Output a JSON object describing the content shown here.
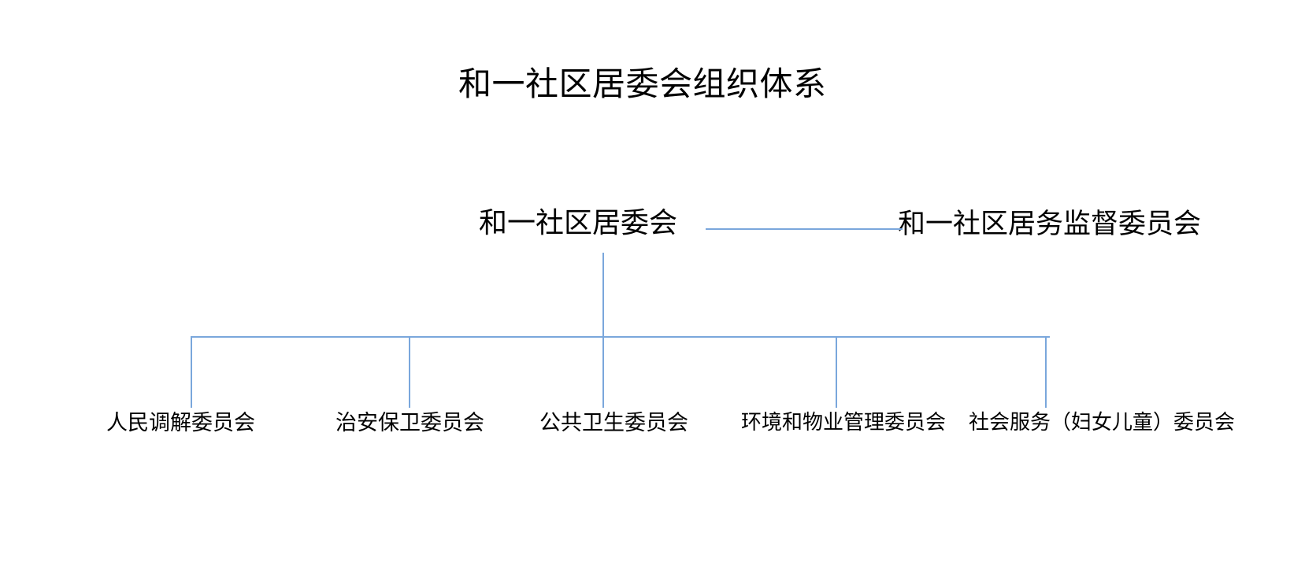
{
  "page": {
    "background_color": "#ffffff",
    "text_color": "#000000"
  },
  "org_chart": {
    "title": "和一社区居委会组织体系",
    "connector_color": "#7aa7dc",
    "root": {
      "label": "和一社区居委会"
    },
    "peer": {
      "label": "和一社区居务监督委员会"
    },
    "children": [
      {
        "label": "人民调解委员会"
      },
      {
        "label": "治安保卫委员会"
      },
      {
        "label": "公共卫生委员会"
      },
      {
        "label": "环境和物业管理委员会"
      },
      {
        "label": "社会服务（妇女儿童）委员会"
      }
    ]
  }
}
